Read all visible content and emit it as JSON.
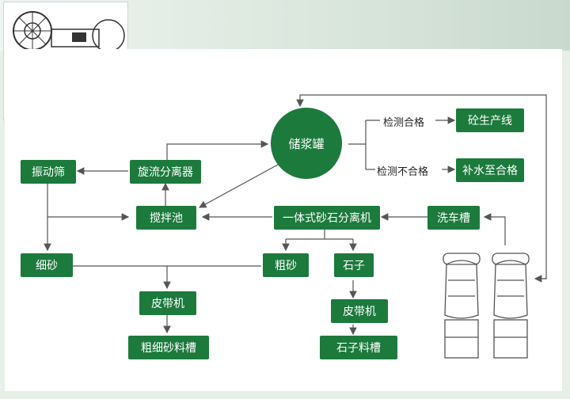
{
  "diagram": {
    "nodes": {
      "storage_tank": "储浆罐",
      "to_concrete": "砼生产线",
      "add_water": "补水至合格",
      "vibrating_screen": "振动筛",
      "cyclone": "旋流分离器",
      "mixing_pool": "搅拌池",
      "separator": "一体式砂石分离机",
      "wash_tank": "洗车槽",
      "fine_sand": "细砂",
      "coarse_sand": "粗砂",
      "stone": "石子",
      "belt_left": "皮带机",
      "belt_right": "皮带机",
      "sand_bin": "粗细砂料槽",
      "stone_bin": "石子料槽"
    },
    "edge_labels": {
      "pass": "检测合格",
      "fail": "检测不合格"
    }
  },
  "colors": {
    "node_fill": "#1c7a3c",
    "line": "#555555"
  }
}
